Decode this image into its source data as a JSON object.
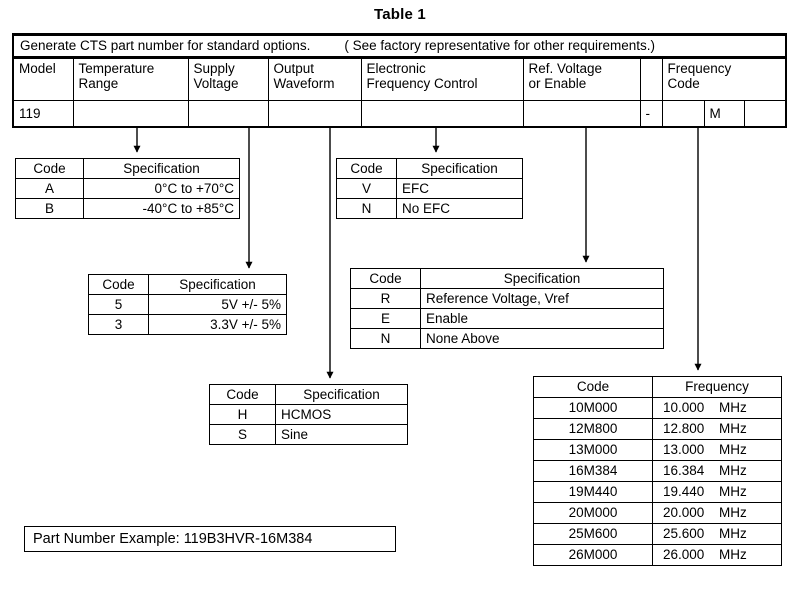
{
  "title": "Table 1",
  "main_table": {
    "banner_left": "Generate CTS part number for standard options.",
    "banner_right": "( See factory representative for other requirements.)",
    "headers": [
      {
        "line1": "Model",
        "line2": ""
      },
      {
        "line1": "Temperature",
        "line2": "Range"
      },
      {
        "line1": "Supply",
        "line2": "Voltage"
      },
      {
        "line1": "Output",
        "line2": "Waveform"
      },
      {
        "line1": "Electronic",
        "line2": "Frequency Control"
      },
      {
        "line1": "Ref. Voltage",
        "line2": "or Enable"
      },
      {
        "line1": "Frequency",
        "line2": "Code"
      }
    ],
    "values": {
      "model": "119",
      "temperature": "",
      "supply": "",
      "waveform": "",
      "efc": "",
      "ref_voltage": "",
      "dash": "-",
      "freq_code_a": "",
      "freq_mhz": "M",
      "freq_code_b": ""
    }
  },
  "temperature_table": {
    "columns": [
      "Code",
      "Specification"
    ],
    "rows": [
      {
        "code": "A",
        "spec": "0°C to +70°C"
      },
      {
        "code": "B",
        "spec": "-40°C to +85°C"
      }
    ]
  },
  "voltage_table": {
    "columns": [
      "Code",
      "Specification"
    ],
    "rows": [
      {
        "code": "5",
        "spec": "5V +/- 5%"
      },
      {
        "code": "3",
        "spec": "3.3V +/- 5%"
      }
    ]
  },
  "efc_table": {
    "columns": [
      "Code",
      "Specification"
    ],
    "rows": [
      {
        "code": "V",
        "spec": "EFC"
      },
      {
        "code": "N",
        "spec": "No EFC"
      }
    ]
  },
  "ref_voltage_table": {
    "columns": [
      "Code",
      "Specification"
    ],
    "rows": [
      {
        "code": "R",
        "spec": "Reference Voltage, Vref"
      },
      {
        "code": "E",
        "spec": "Enable"
      },
      {
        "code": "N",
        "spec": "None Above"
      }
    ]
  },
  "waveform_table": {
    "columns": [
      "Code",
      "Specification"
    ],
    "rows": [
      {
        "code": "H",
        "spec": "HCMOS"
      },
      {
        "code": "S",
        "spec": "Sine"
      }
    ]
  },
  "frequency_table": {
    "columns": [
      "Code",
      "Frequency"
    ],
    "rows": [
      {
        "code": "10M000",
        "value": "10.000",
        "unit": "MHz"
      },
      {
        "code": "12M800",
        "value": "12.800",
        "unit": "MHz"
      },
      {
        "code": "13M000",
        "value": "13.000",
        "unit": "MHz"
      },
      {
        "code": "16M384",
        "value": "16.384",
        "unit": "MHz"
      },
      {
        "code": "19M440",
        "value": "19.440",
        "unit": "MHz"
      },
      {
        "code": "20M000",
        "value": "20.000",
        "unit": "MHz"
      },
      {
        "code": "25M600",
        "value": "25.600",
        "unit": "MHz"
      },
      {
        "code": "26M000",
        "value": "26.000",
        "unit": "MHz"
      }
    ]
  },
  "part_example": "Part Number Example: 119B3HVR-16M384",
  "colors": {
    "ink": "#000000",
    "paper": "#ffffff"
  }
}
